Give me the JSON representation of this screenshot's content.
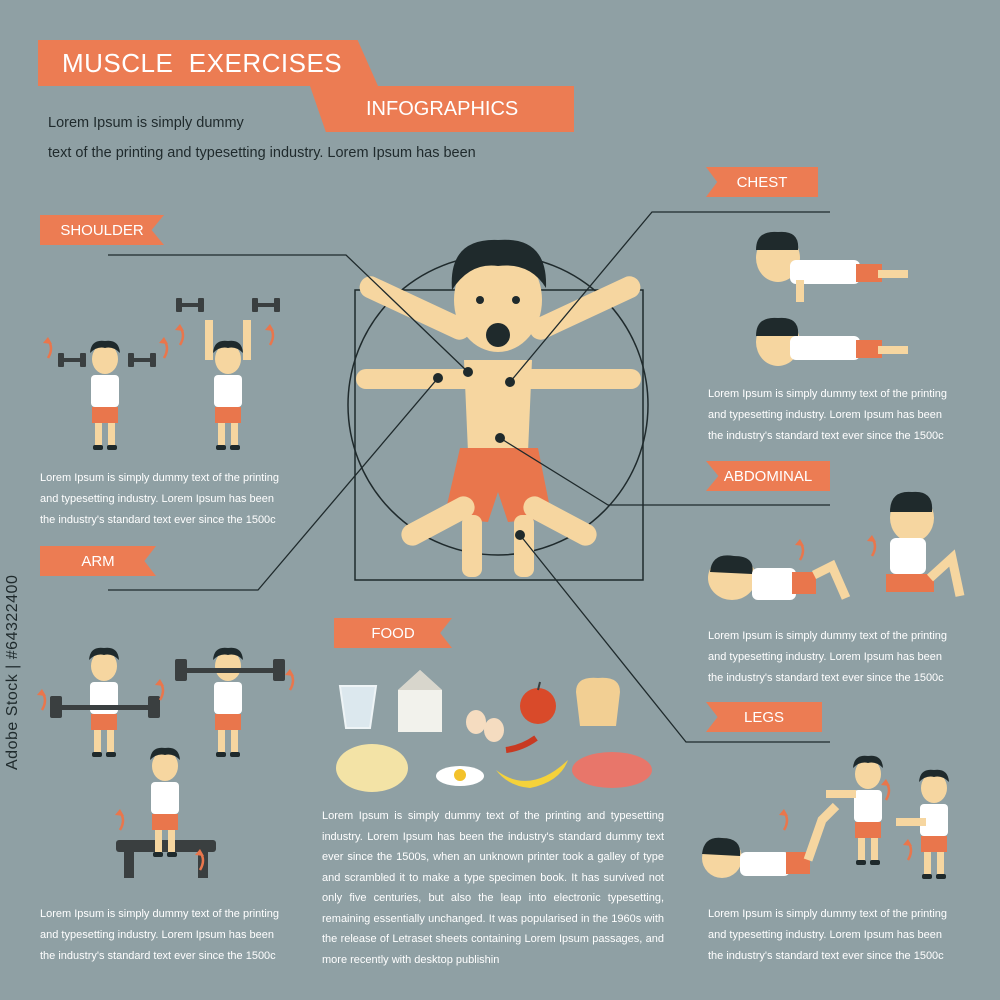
{
  "header": {
    "title": "MUSCLE  EXERCISES",
    "subtitle": "INFOGRAPHICS",
    "intro_line1": "Lorem Ipsum is simply dummy",
    "intro_line2": "text of the printing and typesetting industry. Lorem Ipsum has been"
  },
  "sections": {
    "shoulder": {
      "label": "SHOULDER",
      "text": "Lorem Ipsum is simply dummy text of the printing and typesetting industry. Lorem Ipsum has been the industry's standard  text ever since the 1500c"
    },
    "arm": {
      "label": "ARM",
      "text": "Lorem Ipsum is simply dummy text of the printing and typesetting industry. Lorem Ipsum has been the industry's standard  text ever since the 1500c"
    },
    "chest": {
      "label": "CHEST",
      "text": "Lorem Ipsum is simply dummy text of the printing and typesetting industry. Lorem Ipsum has been the industry's standard  text ever since the 1500c"
    },
    "abdominal": {
      "label": "ABDOMINAL",
      "text": "Lorem Ipsum is simply dummy text of the printing and typesetting industry. Lorem Ipsum has been the industry's standard  text ever since the 1500c"
    },
    "legs": {
      "label": "LEGS",
      "text": "Lorem Ipsum is simply dummy text of the printing and typesetting industry. Lorem Ipsum has been the industry's standard  text ever since the 1500c"
    },
    "food": {
      "label": "FOOD",
      "text": "Lorem Ipsum is simply dummy text of the printing and typesetting industry. Lorem Ipsum has been the industry's standard dummy text ever since the 1500s, when an unknown printer took a galley of type and scrambled it to make a type specimen book. It has survived not only five centuries, but also the leap into electronic typesetting, remaining essentially unchanged. It was popularised in the 1960s with the release of Letraset sheets containing Lorem Ipsum passages, and more recently with desktop publishin"
    }
  },
  "watermark": "Adobe Stock | #64322400",
  "colors": {
    "background": "#8fa0a4",
    "accent": "#ec7c53",
    "skin": "#f6d6a0",
    "hair": "#1f2a2c",
    "shorts": "#e9764c"
  }
}
